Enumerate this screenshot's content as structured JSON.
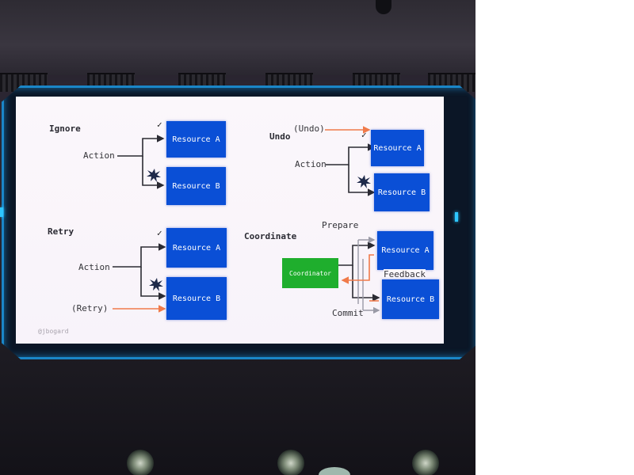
{
  "slide": {
    "credit": "@jbogard",
    "check": "✓",
    "ignore": {
      "title": "Ignore",
      "action": "Action",
      "resource_a": "Resource A",
      "resource_b": "Resource B"
    },
    "undo": {
      "title": "Undo",
      "trigger": "(Undo)",
      "action": "Action",
      "resource_a": "Resource A",
      "resource_b": "Resource B"
    },
    "retry": {
      "title": "Retry",
      "trigger": "(Retry)",
      "action": "Action",
      "resource_a": "Resource A",
      "resource_b": "Resource B"
    },
    "coordinate": {
      "title": "Coordinate",
      "coordinator": "Coordinator",
      "prepare": "Prepare",
      "feedback": "Feedback",
      "commit": "Commit",
      "resource_a": "Resource A",
      "resource_b": "Resource B"
    }
  },
  "colors": {
    "resource": "#0a4fd6",
    "coordinator": "#1fae2d",
    "trigger_arrow": "#f07a4a",
    "frame_led": "#1a86c8",
    "slide_bg": "#fbf7fb"
  },
  "icons": {
    "failure": "starburst-icon",
    "success": "check-mark-icon"
  }
}
